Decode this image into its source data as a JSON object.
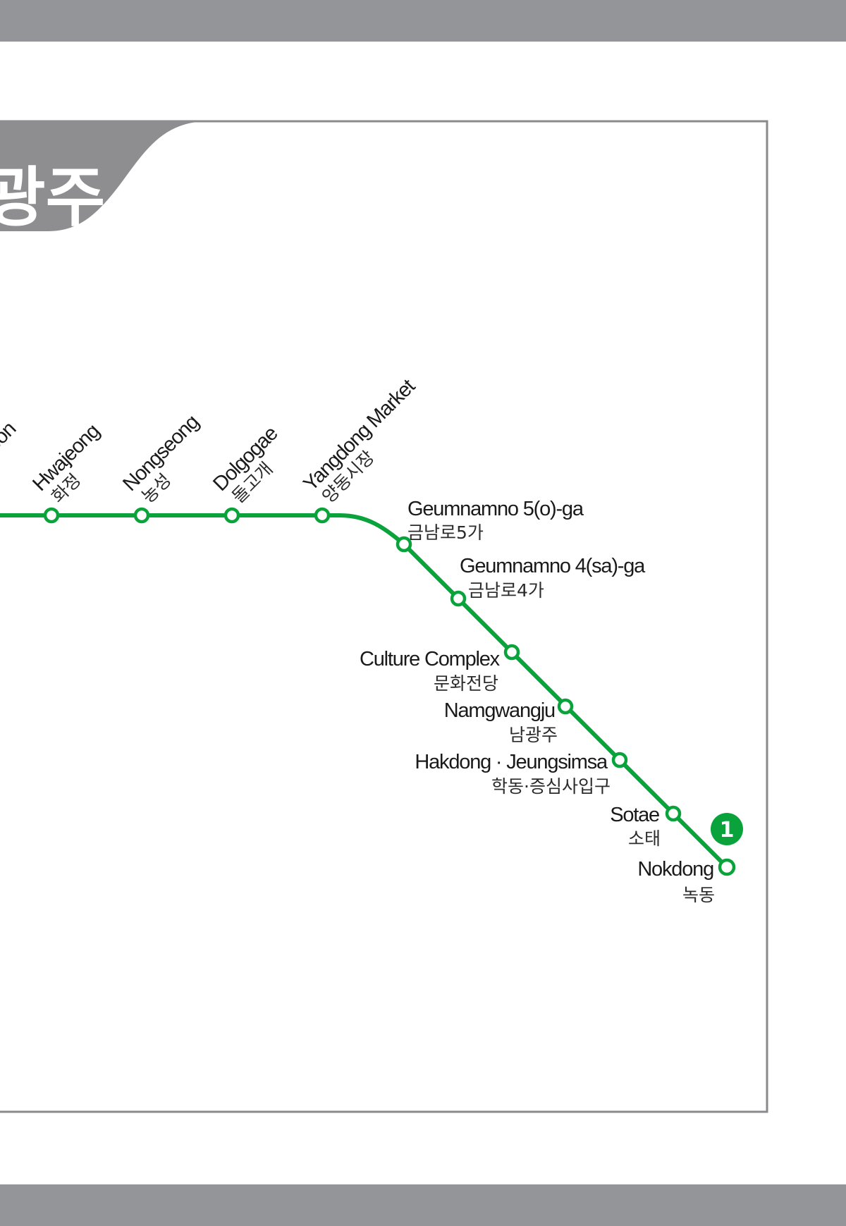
{
  "map": {
    "title_tab_glyph": "광주",
    "line_number": "1",
    "colors": {
      "line": "#0aa33b",
      "frame": "#8a8a8d",
      "bars": "#939598",
      "tab": "#8e8e90",
      "background": "#ffffff"
    },
    "stations": {
      "partial": {
        "en": "eon"
      },
      "hwajeong": {
        "en": "Hwajeong",
        "ko": "화정"
      },
      "nongseong": {
        "en": "Nongseong",
        "ko": "농성"
      },
      "dolgogae": {
        "en": "Dolgogae",
        "ko": "돌고개"
      },
      "yangdong": {
        "en": "Yangdong Market",
        "ko": "양동시장"
      },
      "geumnamno5": {
        "en": "Geumnamno 5(o)-ga",
        "ko": "금남로5가"
      },
      "geumnamno4": {
        "en": "Geumnamno 4(sa)-ga",
        "ko": "금남로4가"
      },
      "culture": {
        "en": "Culture Complex",
        "ko": "문화전당"
      },
      "namgwangju": {
        "en": "Namgwangju",
        "ko": "남광주"
      },
      "hakdong": {
        "en": "Hakdong · Jeungsimsa",
        "ko": "학동·증심사입구"
      },
      "sotae": {
        "en": "Sotae",
        "ko": "소태"
      },
      "nokdong": {
        "en": "Nokdong",
        "ko": "녹동"
      }
    }
  }
}
